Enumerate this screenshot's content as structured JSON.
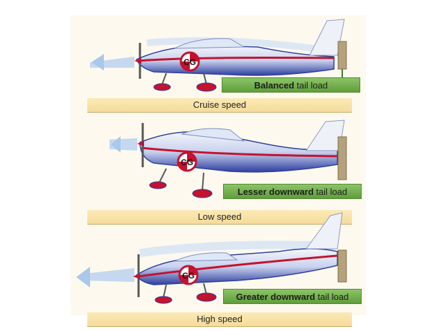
{
  "panels": [
    {
      "speed_label": "Cruise speed",
      "load_bold": "Balanced",
      "load_rest": " tail load",
      "cg": "CG"
    },
    {
      "speed_label": "Low speed",
      "load_bold": "Lesser downward",
      "load_rest": " tail load",
      "cg": "CG"
    },
    {
      "speed_label": "High speed",
      "load_bold": "Greater downward",
      "load_rest": " tail load",
      "cg": "CG"
    }
  ],
  "colors": {
    "fuselage_blue": "#2e3f9e",
    "stripe_red": "#c4122f",
    "load_green": "#6aa843",
    "airflow_blue": "#a9c8ec"
  }
}
